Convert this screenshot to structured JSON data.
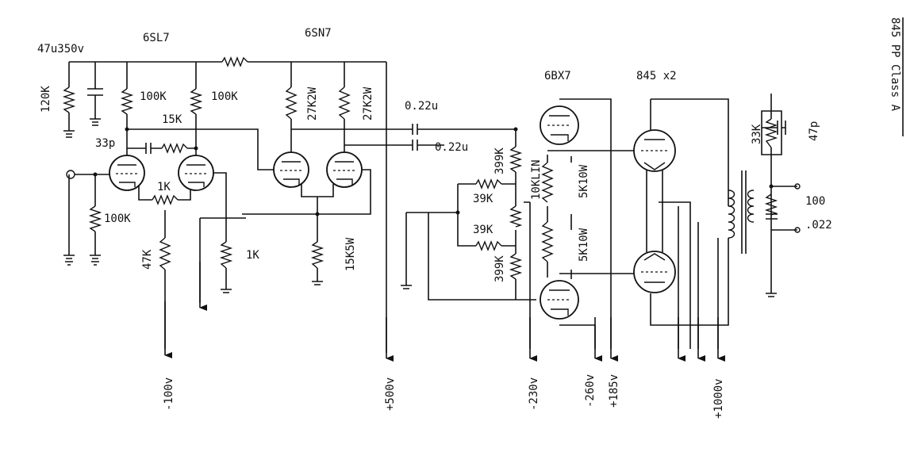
{
  "title": "845 PP Class A",
  "tubes": {
    "input": "6SL7",
    "driver": "6SN7",
    "phase": "6BX7",
    "output": "845 x2"
  },
  "components": {
    "cap_supply": "47u350v",
    "r_120k": "120K",
    "r_100k_a": "100K",
    "r_100k_b": "100K",
    "r_15k": "15K",
    "c_33p": "33p",
    "r_1k_a": "1K",
    "r_100k_in": "100K",
    "r_47k": "47K",
    "r_1k_b": "1K",
    "r_27k2w_a": "27K2W",
    "r_27k2w_b": "27K2W",
    "r_15k5w": "15K5W",
    "c_022_a": "0.22u",
    "c_022_b": "0.22u",
    "r_399k_a": "399K",
    "r_399k_b": "399K",
    "r_39k_a": "39K",
    "r_39k_b": "39K",
    "pot_10k": "10KLIN",
    "r_5k10w_a": "5K10W",
    "r_5k10w_b": "5K10W",
    "r_33k": "33K",
    "c_47p": "47p",
    "r_100": "100",
    "c_022_out": ".022"
  },
  "rails": {
    "neg100": "-100v",
    "pos500": "+500v",
    "neg230": "-230v",
    "neg260": "-260v",
    "pos185": "+185v",
    "pos1000": "+1000v"
  }
}
